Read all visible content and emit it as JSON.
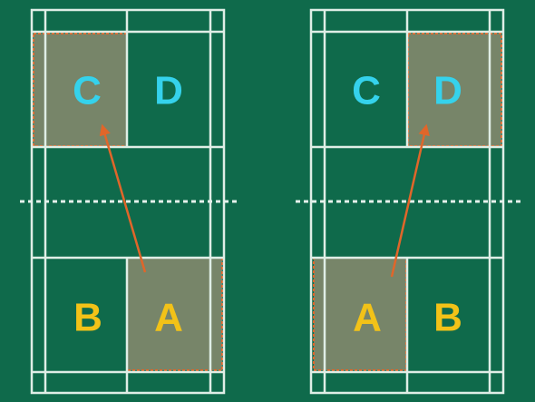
{
  "colors": {
    "court_background": "#0f6a4b",
    "court_lines": "#dfeee6",
    "net_line": "#e6f2ec",
    "highlight_fill": "#8a8a6e",
    "highlight_border": "#e0662a",
    "arrow": "#e0662a",
    "label_server_side": "#f2c218",
    "label_receiver_side": "#35d2ec"
  },
  "courts": [
    {
      "labels": {
        "top_left": "C",
        "top_right": "D",
        "bottom_left": "B",
        "bottom_right": "A"
      },
      "highlighted": [
        "top_left",
        "bottom_right"
      ],
      "arrow": {
        "from": "A",
        "to": "C"
      }
    },
    {
      "labels": {
        "top_left": "C",
        "top_right": "D",
        "bottom_left": "A",
        "bottom_right": "B"
      },
      "highlighted": [
        "top_right",
        "bottom_left"
      ],
      "arrow": {
        "from": "A",
        "to": "D"
      }
    }
  ]
}
